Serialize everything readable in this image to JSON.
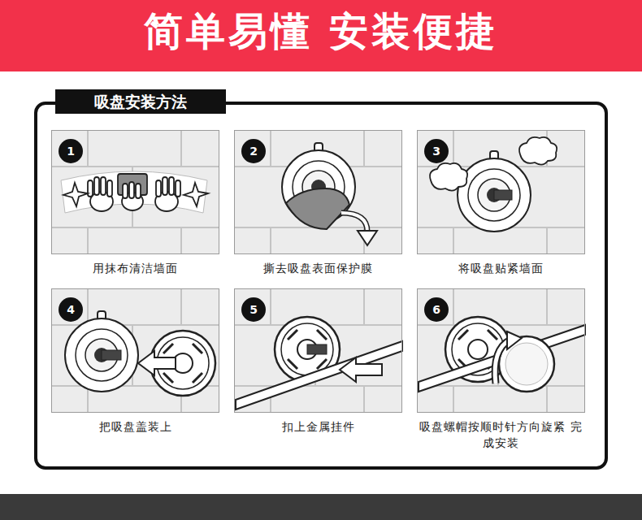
{
  "diagram": {
    "title": "简单易懂 安装便捷",
    "nodes": [
      {
        "text": [
          "吸盘安装方法"
        ]
      },
      {
        "text": [
          "用抹布清洁墙面"
        ],
        "in": 0
      },
      {
        "text": [
          "1"
        ],
        "in": 1
      },
      {
        "text": [
          "撕去吸盘表面保护膜"
        ],
        "in": 0
      },
      {
        "text": [
          "2"
        ],
        "in": 3
      },
      {
        "text": [
          "将吸盘贴紧墙面"
        ],
        "in": 0
      },
      {
        "text": [
          "3"
        ],
        "in": 5
      },
      {
        "text": [
          "把吸盘盖装上"
        ],
        "in": 0
      },
      {
        "text": [
          "4"
        ],
        "in": 7
      },
      {
        "text": [
          "扣上金属挂件"
        ],
        "in": 0
      },
      {
        "text": [
          "5"
        ],
        "in": 9
      },
      {
        "text": [
          "吸盘螺帽按顺时针方向旋紧 完成安装"
        ],
        "in": 0
      },
      {
        "text": [
          "6"
        ],
        "in": 11
      }
    ]
  }
}
